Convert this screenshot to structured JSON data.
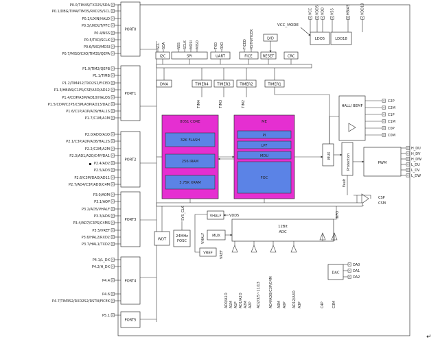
{
  "left_pins": [
    "P0.0/TIM4S/TXD2S/SDA",
    "P0.1/DBG/TIM4/TIM3S/RXD2S/SCL",
    "P0.2/UXIN/HALD",
    "P0.3/UXOUT/PFC",
    "P0.4/NSS",
    "P0.5/TXD/SCLK",
    "P0.6/RXD/MOSI",
    "P0.7/MISO/CXO/TIM3S/QEPA",
    "P1.0/TIM2/QEPB",
    "P1.1/TIMB",
    "P1.2/TIM452/TXD2S2/FICED",
    "P1.3/HBIAS/C1P5/CSP/A3D/AD12",
    "P1.4/COP/A3M/AD10/HALOS",
    "P1.5/CDM/C2P5/CSM/A3P/AD13/DA2",
    "P1.6/C1P/A1P/AD9/HAL1S",
    "P1.7/C1M/A1M",
    "P2.0/ADO/A1O",
    "P2.1/C3P/A2P/AD8/HAL2S",
    "P2.2/C2M/A2M",
    "P2.3/AD1/A2O/C4P/DA1",
    "P2.4/AD2",
    "P2.5/AD3",
    "P2.6/C3M/DAO/AD11",
    "P2.7/AD4/C3P/ADD/C4M",
    "P3.0/AOM",
    "P3.1/AOP",
    "P3.2/AD5/VHALF",
    "P3.3/AD6",
    "P3.4/AD7/C3PS/C4MS",
    "P3.5/VREF",
    "P3.6/HAL2/RXD2",
    "P3.7/HAL1/TXD2",
    "P4.1/L_DX",
    "P4.2/H_DX",
    "P4.4",
    "P4.6",
    "P4.7/TIM3S2/RXD2S2/RSTN/FICEK",
    "P5.1"
  ],
  "ports": [
    "PORT0",
    "PORT1",
    "PORT2",
    "PORT3",
    "PORT4",
    "PORT5"
  ],
  "top_pins": [
    "VCC",
    "VDD5",
    "VDD",
    "VSS",
    "HBIAS",
    "VDD18"
  ],
  "vcc_mode": "VCC_MODE",
  "ldo5": "LDO5",
  "ldo18": "LDO18",
  "periph": {
    "i2c": "I2C",
    "i2c_sigs": [
      "SCL",
      "SDA"
    ],
    "spi": "SPI",
    "spi_sigs": [
      "NSS",
      "SCLK",
      "MOSI",
      "MISO"
    ],
    "uart": "UART",
    "uart_sigs": [
      "TXD",
      "RXD"
    ],
    "fice": "FICE",
    "fice_sigs": [
      "FICED",
      "RSTN/FICEK"
    ],
    "lvd": "LVD",
    "reset": "RESET",
    "crc": "CRC",
    "dma": "DMA",
    "timer4": "TIMER4",
    "timer3": "TIMER3",
    "timer2": "TIMER2",
    "timer1": "TIMER1",
    "tim_sigs": [
      "TIM4",
      "TIM3",
      "TIM2"
    ]
  },
  "core": {
    "title": "8051 CORE",
    "mem": [
      "32K FLASH",
      "256 IRAM",
      "3.75K XRAM"
    ]
  },
  "me": {
    "title": "ME",
    "units": [
      "PI",
      "LPF",
      "MDU",
      "FOC"
    ]
  },
  "hall": {
    "title": "HALL/ BEMF",
    "pins": [
      "C2P",
      "C2M",
      "C1P",
      "C1M",
      "C0P",
      "C0M"
    ]
  },
  "mux": "MUX",
  "protection": "Protection",
  "pwm": "PWM",
  "fault": "Fault",
  "outputs": [
    "H_DU",
    "H_DV",
    "H_DW",
    "L_DU",
    "L_DV",
    "L_DW"
  ],
  "csp": [
    "CSP",
    "CSM"
  ],
  "wdt": "WDT",
  "osc": "24MHz FOSC",
  "sys_clk": "SYS_CLK",
  "vhalf": "VHALF",
  "vdd5": "VDD5",
  "mux2": "MUX",
  "vref": "VREF",
  "vref_in": "VREF",
  "vhalf_v": "VHALF",
  "adc": "12Bit ADC",
  "adc_sigs": [
    "AD0/A1O",
    "A1M",
    "A1P",
    "AD1/A2O",
    "A2M",
    "A2P",
    "AD2/3/5~11/13",
    "AD4/AD0/C3P/C4M",
    "A0M",
    "A0P",
    "AD12/A3O",
    "A3P",
    "C4P",
    "C3M"
  ],
  "info": "INFO",
  "dac": "DAC",
  "dac_out": [
    "DA0",
    "DA1",
    "DA2"
  ]
}
